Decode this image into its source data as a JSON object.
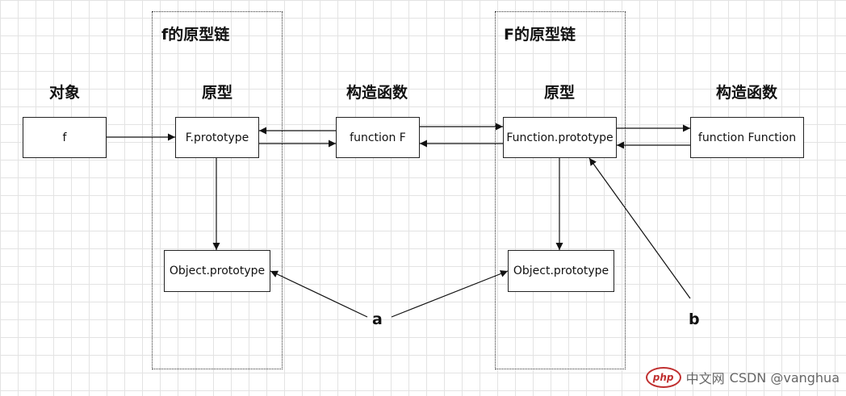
{
  "groups": {
    "f_chain": "f的原型链",
    "F_chain": "F的原型链"
  },
  "columns": {
    "object": "对象",
    "prototype": "原型",
    "constructor": "构造函数",
    "prototype2": "原型",
    "constructor2": "构造函数"
  },
  "nodes": {
    "f": "f",
    "f_prototype": "F.prototype",
    "function_f": "function F",
    "function_prototype": "Function.prototype",
    "function_function": "function Function",
    "object_prototype_1": "Object.prototype",
    "object_prototype_2": "Object.prototype"
  },
  "markers": {
    "a": "a",
    "b": "b"
  },
  "watermark": {
    "logo": "php",
    "text": "中文网",
    "csdn": "CSDN @vanghua"
  }
}
